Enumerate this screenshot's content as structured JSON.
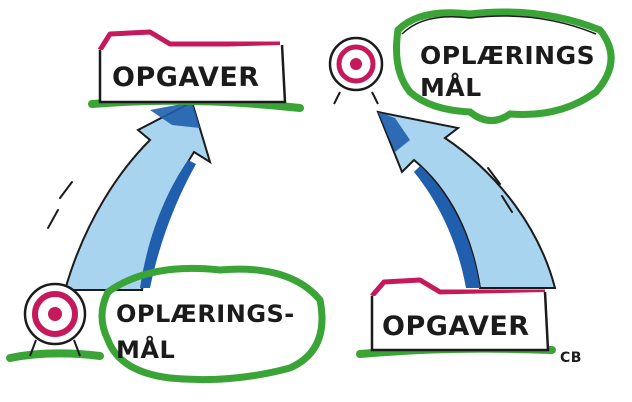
{
  "top_left": {
    "box_label": "OPGAVER"
  },
  "top_right": {
    "label_line1": "OPLÆRINGS",
    "label_line2": "MÅL"
  },
  "bottom_left": {
    "label_line1": "OPLÆRINGS-",
    "label_line2": "MÅL"
  },
  "bottom_right": {
    "box_label": "OPGAVER"
  },
  "signature": "CB",
  "colors": {
    "arrow_light": "#a9d4f0",
    "arrow_dark": "#1f5fae",
    "green": "#3aa536",
    "roof_pink": "#c5195c",
    "target_pink": "#c5195c",
    "outline": "#1b1b1b"
  }
}
